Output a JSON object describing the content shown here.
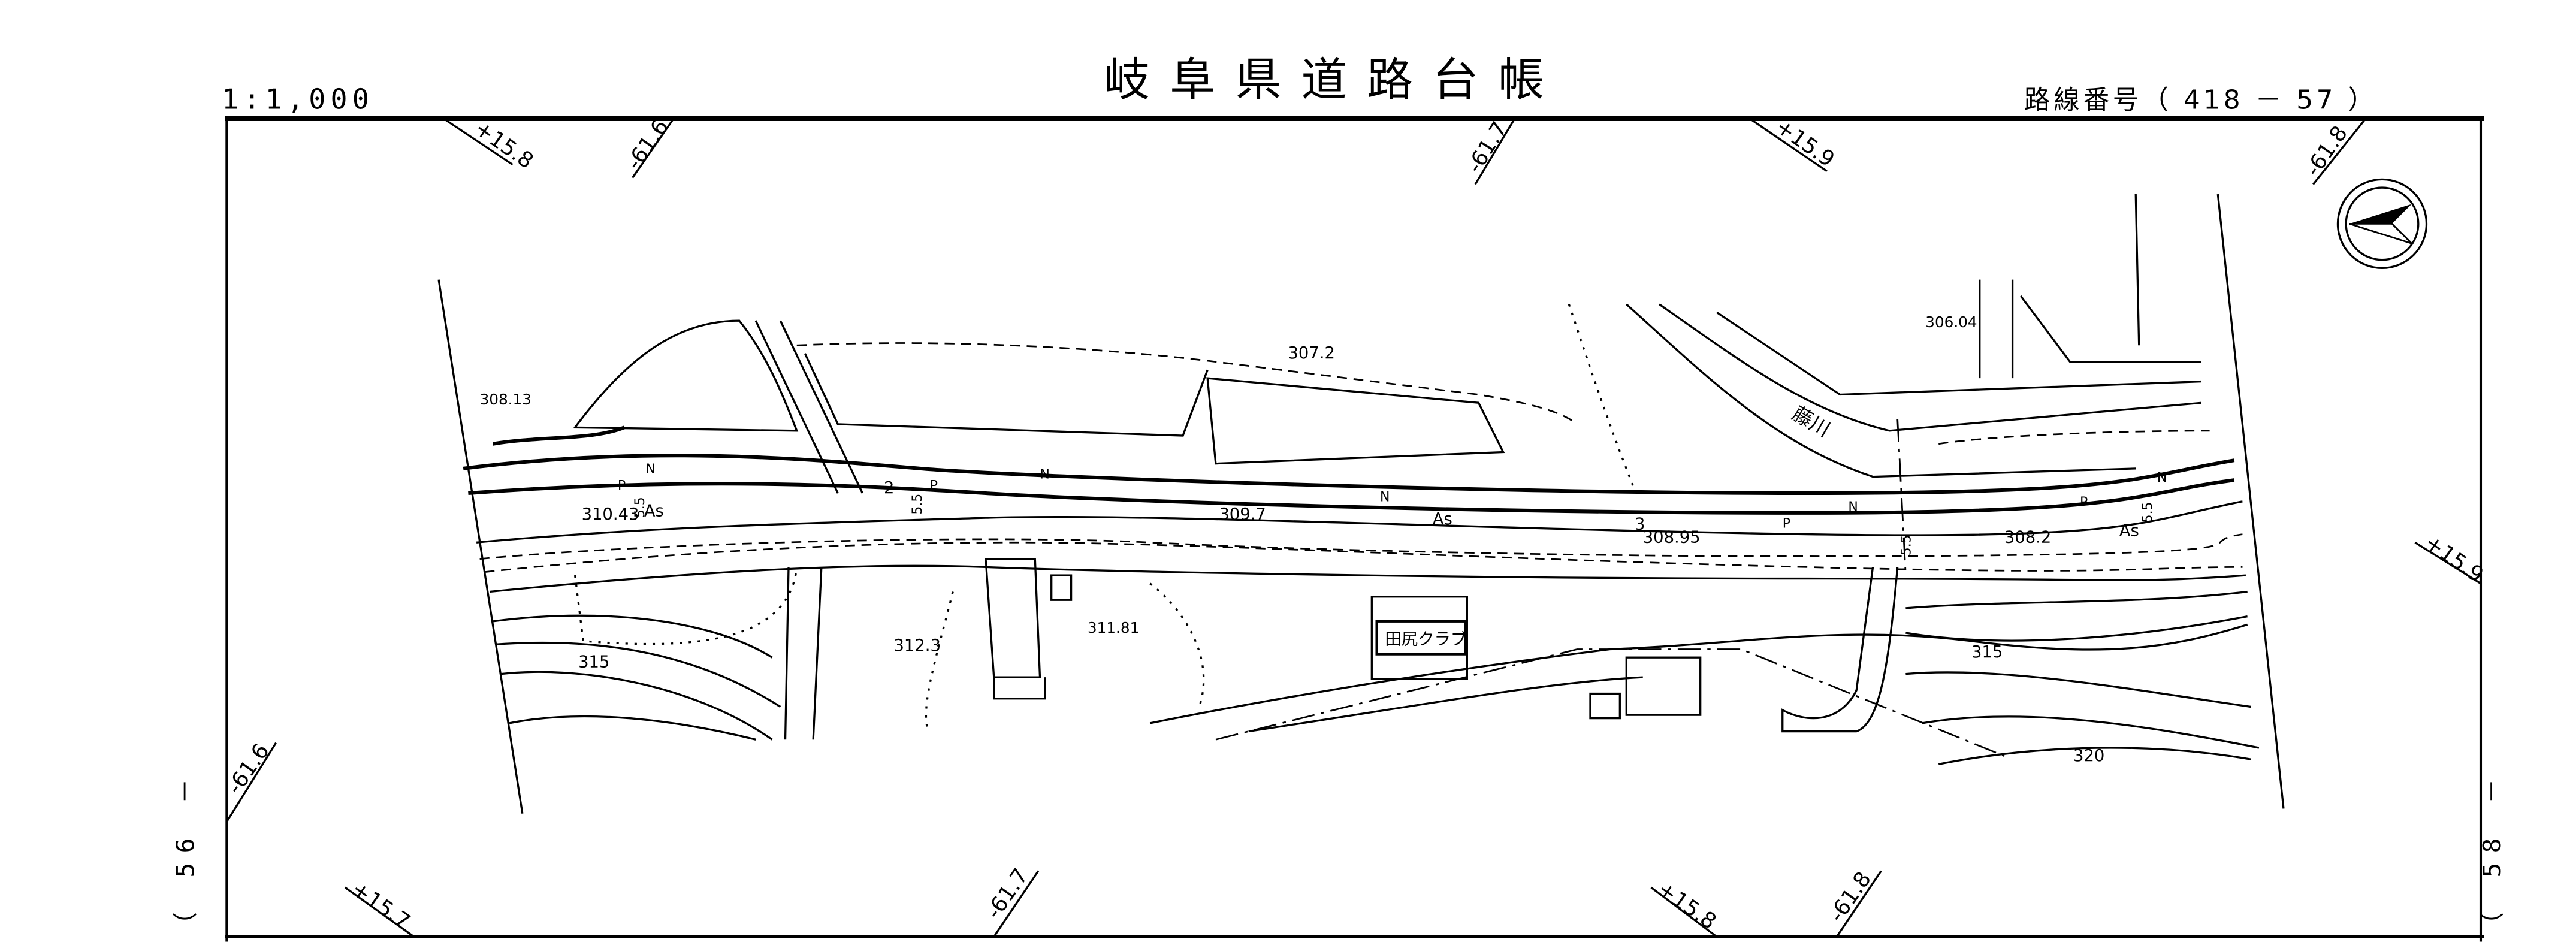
{
  "header": {
    "scale": "1:1,000",
    "title": "岐阜県道路台帳",
    "route_number": "路線番号（ 418 －  57 ）"
  },
  "sheet_refs": {
    "left": "（ 56 －",
    "right": "（ 58 －"
  },
  "station_marks": {
    "top": [
      "+15.8",
      "-61.6",
      "-61.7",
      "+15.9",
      "-61.8"
    ],
    "right": [
      "+15.9"
    ],
    "left": [
      "-61.6"
    ],
    "bottom": [
      "+15.7",
      "-61.7",
      "+15.8",
      "-61.8"
    ]
  },
  "map_labels": {
    "elevations": [
      "308.13",
      "307.2",
      "306.04",
      "310.43",
      "309.7",
      "308.95",
      "308.2",
      "311.81",
      "312.3"
    ],
    "contours": [
      "315",
      "315",
      "320"
    ],
    "river": "藤川",
    "building": "田尻クラブ",
    "pavement": [
      "As",
      "As",
      "As"
    ],
    "road_marks": [
      "P",
      "P",
      "P",
      "P",
      "N",
      "N",
      "N",
      "N",
      "N"
    ],
    "widths": [
      "5.5",
      "5.5",
      "5.5",
      "5.5"
    ],
    "lane_numbers": [
      "2",
      "3"
    ]
  },
  "icons": {
    "north_arrow": "north-arrow-icon"
  }
}
